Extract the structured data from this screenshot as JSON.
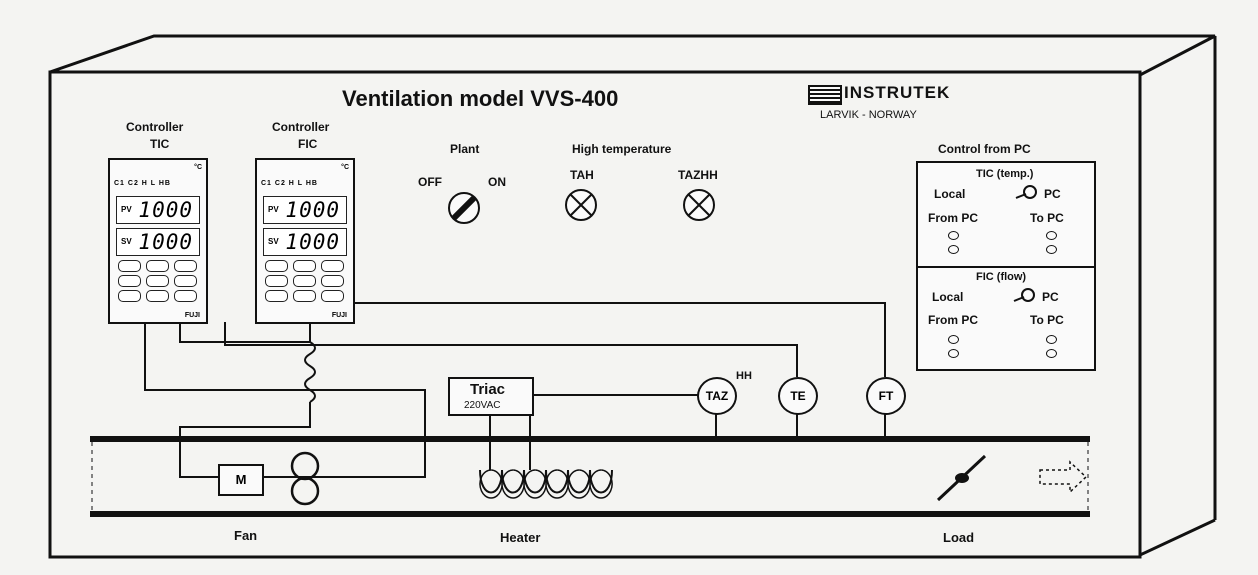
{
  "title": "Ventilation model VVS-400",
  "brand": {
    "name": "INSTRUTEK",
    "location": "LARVIK - NORWAY"
  },
  "controllers": [
    {
      "heading": "Controller",
      "tag": "TIC",
      "indicators": "C1 C2 H L HB",
      "unit": "°C",
      "pv_label": "PV",
      "pv": "1000",
      "sv_label": "SV",
      "sv": "1000",
      "maker": "FUJI"
    },
    {
      "heading": "Controller",
      "tag": "FIC",
      "indicators": "C1 C2 H L HB",
      "unit": "°C",
      "pv_label": "PV",
      "pv": "1000",
      "sv_label": "SV",
      "sv": "1000",
      "maker": "FUJI"
    }
  ],
  "plant": {
    "label": "Plant",
    "off": "OFF",
    "on": "ON"
  },
  "alarms": {
    "heading": "High temperature",
    "tah": "TAH",
    "tazhh": "TAZHH"
  },
  "pc_control": {
    "heading": "Control from PC",
    "tic": {
      "title": "TIC (temp.)",
      "local": "Local",
      "pc": "PC",
      "from_pc": "From PC",
      "to_pc": "To PC"
    },
    "fic": {
      "title": "FIC (flow)",
      "local": "Local",
      "pc": "PC",
      "from_pc": "From PC",
      "to_pc": "To PC"
    }
  },
  "process": {
    "triac": "Triac",
    "triac_voltage": "220VAC",
    "taz": "TAZ",
    "hh": "HH",
    "te": "TE",
    "ft": "FT",
    "motor": "M",
    "fan": "Fan",
    "heater": "Heater",
    "load": "Load"
  }
}
